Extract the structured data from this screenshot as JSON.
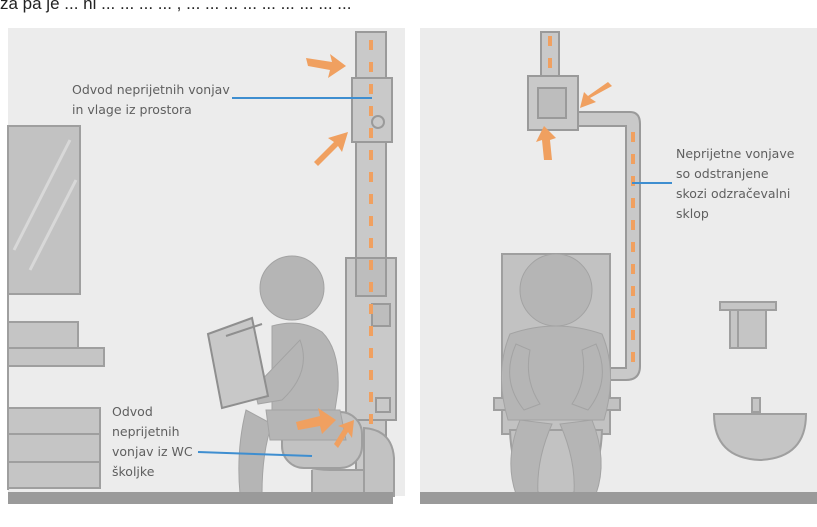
{
  "caption_top": "za pa je ... ni ... ... ... ... , ... ... ... ... ... ... ... ... ...",
  "labels": {
    "left_top": "Odvod neprijetnih vonjav\nin vlage iz prostora",
    "left_bottom": "Odvod\nneprijetnih\nvonjav iz WC\nškoljke",
    "right": "Neprijetne vonjave\nso odstranjene\nskozi odzračevalni\nsklop"
  },
  "colors": {
    "background": "#ececec",
    "figure": "#b5b5b5",
    "figure_dark": "#a3a3a3",
    "outline": "#8f8f8f",
    "pipe": "#c9c9c9",
    "arrow": "#f0a060",
    "leader": "#3e8ed0",
    "floor": "#9a9a9a"
  }
}
